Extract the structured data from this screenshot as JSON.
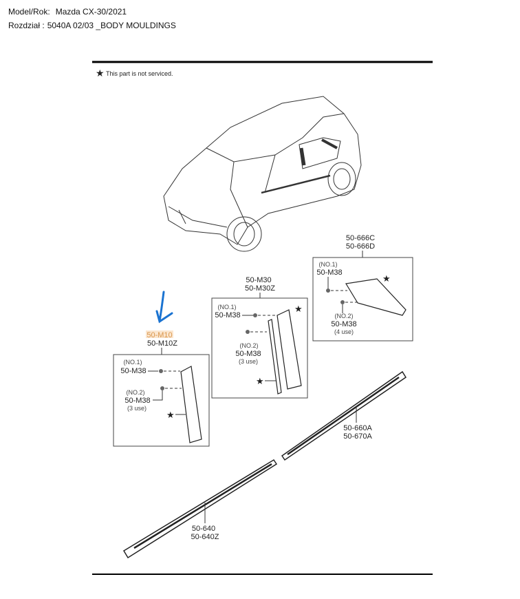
{
  "header": {
    "model_label": "Model/Rok:",
    "model_value": "Mazda CX-30/2021",
    "section_label": "Rozdział :",
    "section_value": "5040A 02/03 _BODY MOULDINGS"
  },
  "diagram": {
    "legend": "This part is not serviced.",
    "highlight_color": "#e8a050",
    "annotation_color": "#1a73d1",
    "groups": {
      "quarter_window": {
        "codes": [
          "50-666C",
          "50-666D"
        ],
        "no1": "(NO.1)",
        "no1_code": "50-M38",
        "no2": "(NO.2)",
        "no2_code": "50-M38",
        "no2_use": "(4 use)"
      },
      "rear_door": {
        "codes": [
          "50-M30",
          "50-M30Z"
        ],
        "no1": "(NO.1)",
        "no1_code": "50-M38",
        "no2": "(NO.2)",
        "no2_code": "50-M38",
        "no2_use": "(3 use)"
      },
      "front_door": {
        "codes": [
          "50-M10",
          "50-M10Z"
        ],
        "no1": "(NO.1)",
        "no1_code": "50-M38",
        "no2": "(NO.2)",
        "no2_code": "50-M38",
        "no2_use": "(3 use)"
      },
      "rear_belt": {
        "codes": [
          "50-660A",
          "50-670A"
        ]
      },
      "front_belt": {
        "codes": [
          "50-640",
          "50-640Z"
        ]
      }
    }
  }
}
